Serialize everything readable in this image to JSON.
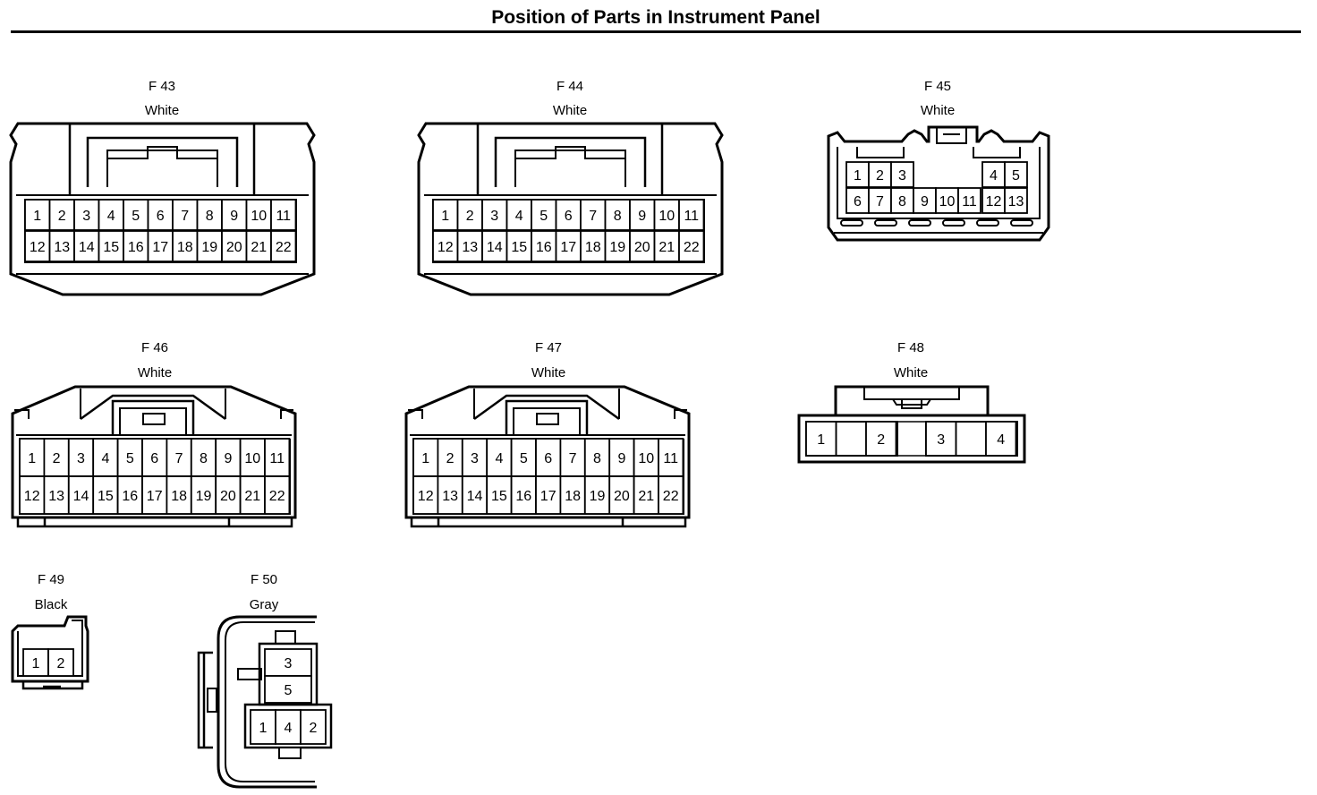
{
  "page": {
    "title": "Position of Parts in Instrument Panel"
  },
  "connectors": [
    {
      "id": "F 43",
      "color": "White",
      "pins": [
        [
          "1",
          "2",
          "3",
          "4",
          "5",
          "6",
          "7",
          "8",
          "9",
          "10",
          "11"
        ],
        [
          "12",
          "13",
          "14",
          "15",
          "16",
          "17",
          "18",
          "19",
          "20",
          "21",
          "22"
        ]
      ]
    },
    {
      "id": "F 44",
      "color": "White",
      "pins": [
        [
          "1",
          "2",
          "3",
          "4",
          "5",
          "6",
          "7",
          "8",
          "9",
          "10",
          "11"
        ],
        [
          "12",
          "13",
          "14",
          "15",
          "16",
          "17",
          "18",
          "19",
          "20",
          "21",
          "22"
        ]
      ]
    },
    {
      "id": "F 45",
      "color": "White",
      "pins": [
        [
          "1",
          "2",
          "3",
          "",
          "",
          "",
          "4",
          "5"
        ],
        [
          "6",
          "7",
          "8",
          "9",
          "10",
          "11",
          "12",
          "13"
        ]
      ]
    },
    {
      "id": "F 46",
      "color": "White",
      "pins": [
        [
          "1",
          "2",
          "3",
          "4",
          "5",
          "6",
          "7",
          "8",
          "9",
          "10",
          "11"
        ],
        [
          "12",
          "13",
          "14",
          "15",
          "16",
          "17",
          "18",
          "19",
          "20",
          "21",
          "22"
        ]
      ]
    },
    {
      "id": "F 47",
      "color": "White",
      "pins": [
        [
          "1",
          "2",
          "3",
          "4",
          "5",
          "6",
          "7",
          "8",
          "9",
          "10",
          "11"
        ],
        [
          "12",
          "13",
          "14",
          "15",
          "16",
          "17",
          "18",
          "19",
          "20",
          "21",
          "22"
        ]
      ]
    },
    {
      "id": "F 48",
      "color": "White",
      "pins": [
        [
          "1",
          "",
          "2",
          "",
          "3",
          "",
          "4"
        ]
      ]
    },
    {
      "id": "F 49",
      "color": "Black",
      "pins": [
        [
          "1",
          "2"
        ]
      ]
    },
    {
      "id": "F 50",
      "color": "Gray",
      "pins": [
        [
          "3"
        ],
        [
          "5"
        ],
        [
          "1",
          "4",
          "2"
        ]
      ]
    }
  ]
}
